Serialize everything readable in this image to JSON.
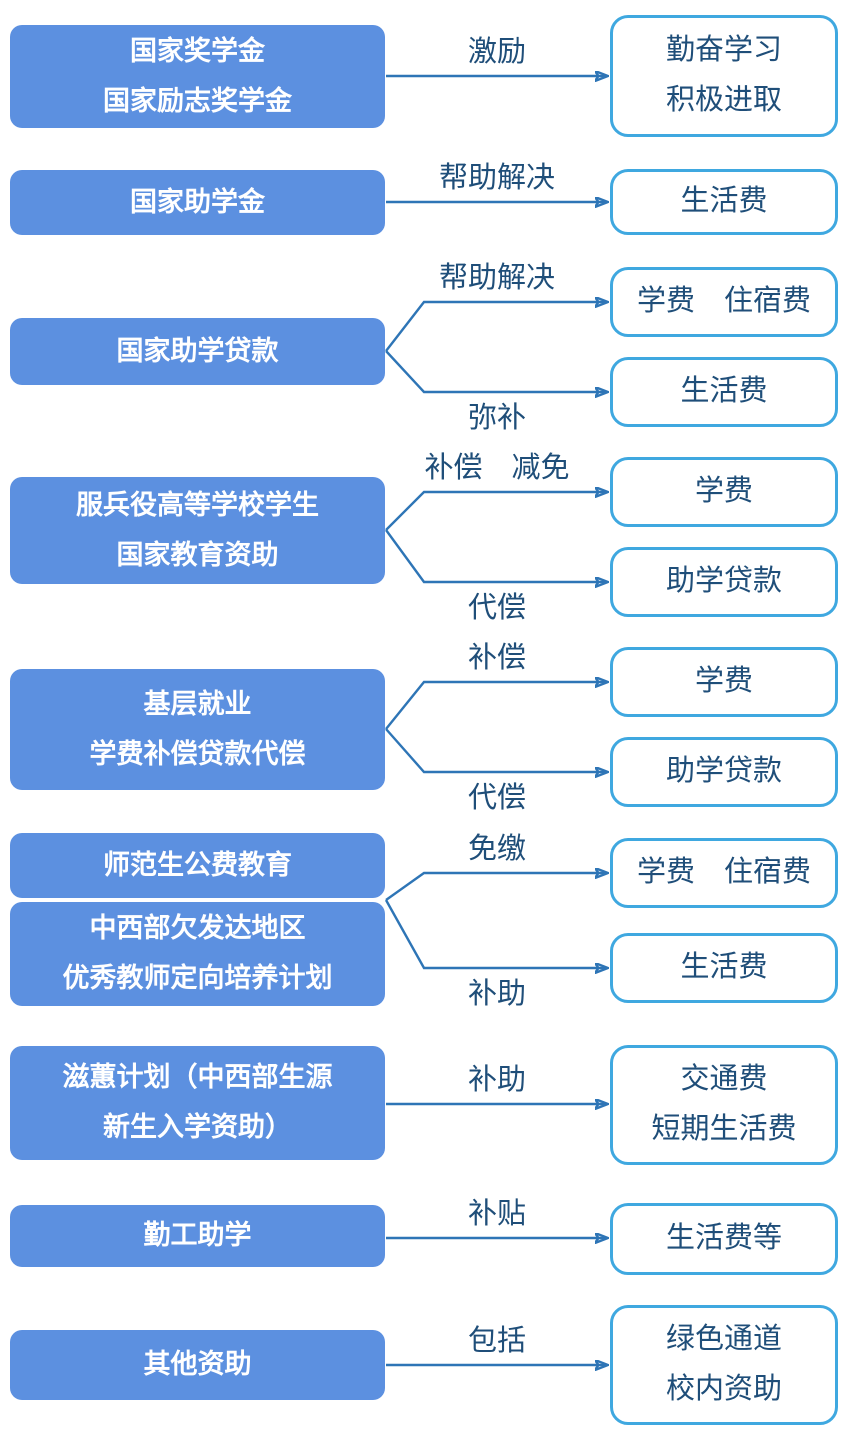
{
  "colors": {
    "source_box_fill": "#5C90E0",
    "source_box_text": "#FFFFFF",
    "target_box_border": "#3FA8E0",
    "target_box_fill": "#FFFFFF",
    "target_box_text": "#1F4E79",
    "arrow_stroke": "#2E75B6",
    "label_text": "#1F4E79",
    "background": "#FFFFFF"
  },
  "rows": [
    {
      "source": "国家奖学金\n国家励志奖学金",
      "links": [
        {
          "label": "激励",
          "target": "勤奋学习\n积极进取"
        }
      ]
    },
    {
      "source": "国家助学金",
      "links": [
        {
          "label": "帮助解决",
          "target": "生活费"
        }
      ]
    },
    {
      "source": "国家助学贷款",
      "links": [
        {
          "label": "帮助解决",
          "target": "学费　住宿费"
        },
        {
          "label": "弥补",
          "target": "生活费"
        }
      ]
    },
    {
      "source": "服兵役高等学校学生\n国家教育资助",
      "links": [
        {
          "label": "补偿　减免",
          "target": "学费"
        },
        {
          "label": "代偿",
          "target": "助学贷款"
        }
      ]
    },
    {
      "source": "基层就业\n学费补偿贷款代偿",
      "links": [
        {
          "label": "补偿",
          "target": "学费"
        },
        {
          "label": "代偿",
          "target": "助学贷款"
        }
      ]
    },
    {
      "source": "师范生公费教育",
      "source2": "中西部欠发达地区\n优秀教师定向培养计划",
      "links": [
        {
          "label": "免缴",
          "target": "学费　住宿费"
        },
        {
          "label": "补助",
          "target": "生活费"
        }
      ]
    },
    {
      "source": "滋蕙计划（中西部生源\n新生入学资助）",
      "links": [
        {
          "label": "补助",
          "target": "交通费\n短期生活费"
        }
      ]
    },
    {
      "source": "勤工助学",
      "links": [
        {
          "label": "补贴",
          "target": "生活费等"
        }
      ]
    },
    {
      "source": "其他资助",
      "links": [
        {
          "label": "包括",
          "target": "绿色通道\n校内资助"
        }
      ]
    }
  ]
}
